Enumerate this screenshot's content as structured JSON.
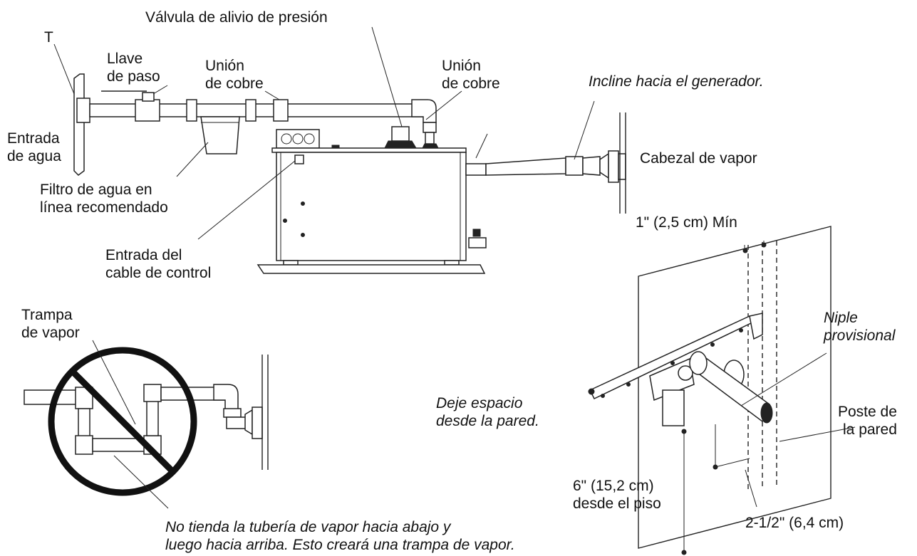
{
  "labels": {
    "t": "T",
    "relief_valve": "Válvula de alivio de presión",
    "shutoff_valve": "Llave\nde paso",
    "copper_union_left": "Unión\nde cobre",
    "copper_union_right": "Unión\nde cobre",
    "slope": "Incline hacia el generador.",
    "water_inlet": "Entrada\nde agua",
    "steam_head": "Cabezal de vapor",
    "water_filter": "Filtro de agua en\nlínea recomendado",
    "min_clearance": "1\" (2,5 cm) Mín",
    "control_cable": "Entrada del\ncable de control",
    "steam_trap": "Trampa\nde vapor",
    "nipple": "Niple\nprovisional",
    "wall_space": "Deje espacio\ndesde la pared.",
    "wall_stud": "Poste de\nla pared",
    "floor_height": "6\" (15,2 cm)\ndesde el piso",
    "stud_offset": "2-1/2\" (6,4 cm)",
    "warning": "No tienda la tubería de vapor hacia abajo y\nluego hacia arriba. Esto creará una trampa de vapor."
  },
  "icons": {
    "prohibited": "prohibited-sign-icon",
    "steam_head": "steam-head-icon",
    "generator": "steam-generator-icon"
  }
}
